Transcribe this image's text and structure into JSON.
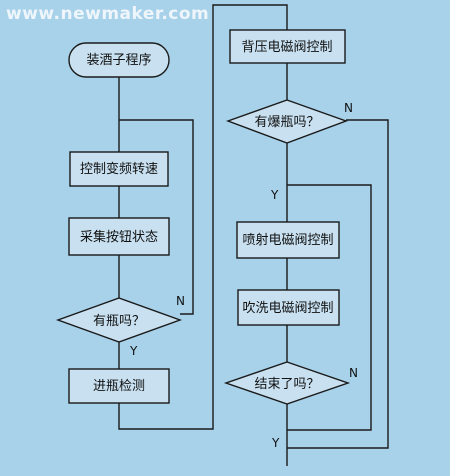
{
  "watermark": "www.newmaker.com",
  "diagram": {
    "start": "装酒子程序",
    "left_steps": [
      "控制变频转速",
      "采集按钮状态"
    ],
    "left_decision": "有瓶吗？",
    "left_after": "进瓶检测",
    "right_first": "背压电磁阀控制",
    "right_decision": "有爆瓶吗？",
    "right_steps": [
      "喷射电磁阀控制",
      "吹洗电磁阀控制"
    ],
    "right_end_decision": "结束了吗？",
    "yes": "Y",
    "no": "N"
  }
}
